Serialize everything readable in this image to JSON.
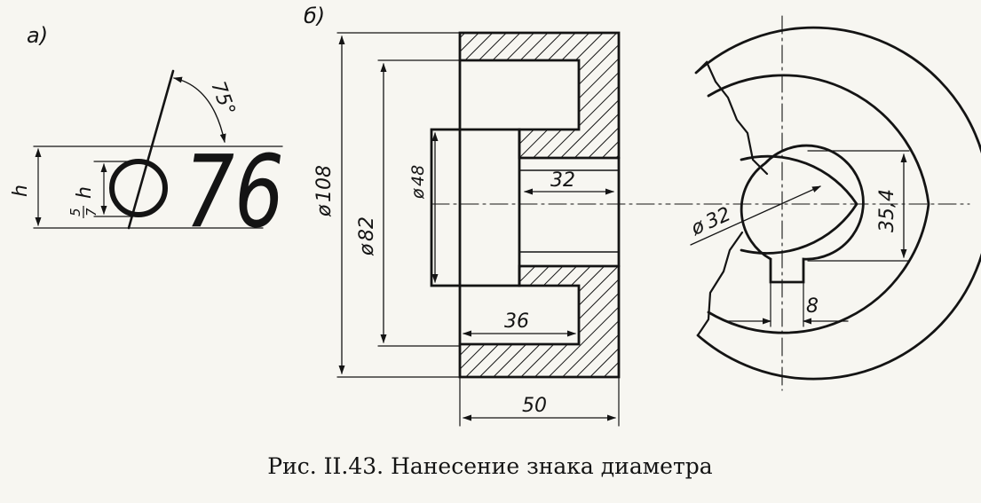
{
  "caption": "Рис. II.43. Нанесение знака диаметра",
  "part_a": {
    "label": "а)",
    "sample_text": "76",
    "angle_label": "75°",
    "height_label": "h",
    "symbol_height_label": "5/7 h",
    "symbol_height_num": "5",
    "symbol_height_den": "7",
    "symbol_height_h": "h"
  },
  "part_b": {
    "label": "б)",
    "dims": {
      "d108": "108",
      "d82": "82",
      "d48": "48",
      "len32": "32",
      "len36": "36",
      "len50": "50",
      "d32": "32",
      "h354": "35,4",
      "w8": "8"
    }
  },
  "colors": {
    "ink": "#141414",
    "paper": "#f7f6f1"
  },
  "icons": {
    "diameter": "diameter-symbol-icon"
  }
}
